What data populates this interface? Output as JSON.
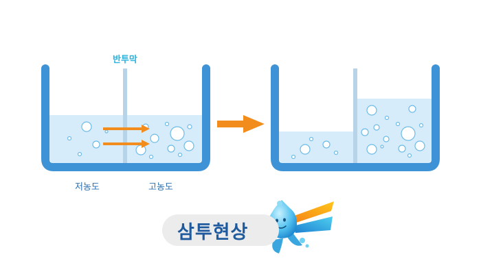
{
  "labels": {
    "membrane": "반투막",
    "low_concentration": "저농도",
    "high_concentration": "고농도"
  },
  "title": "삼투현상",
  "colors": {
    "beaker": "#3d93d6",
    "water": "#d6ecfa",
    "membrane": "#b7d3e8",
    "arrow": "#f28c1d",
    "bubble": "#5cb3e5",
    "label_blue": "#29b3df",
    "title_blue": "#1f5a9e",
    "badge_bg": "#ececec"
  },
  "icons": [
    "right-arrow-icon",
    "water-drop-mascot-icon"
  ]
}
